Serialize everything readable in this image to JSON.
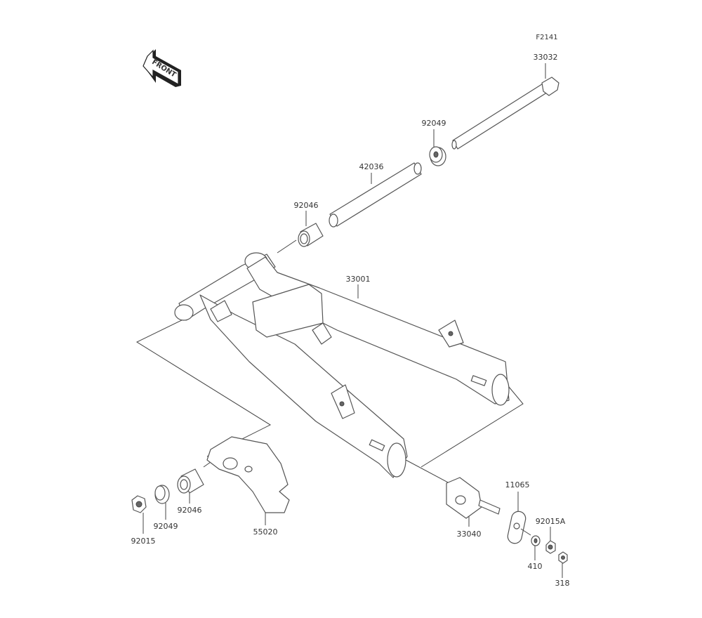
{
  "diagram": {
    "figure_code": "F2141",
    "front_arrow_text": "FRONT",
    "parts": {
      "swing_arm": "33001",
      "pivot_shaft": "33032",
      "collar_top": "92049",
      "sleeve": "42036",
      "bearing_top": "92046",
      "chain_guide": "55020",
      "bearing_left": "92046",
      "collar_left": "92049",
      "nut_left": "92015",
      "chain_adjuster": "33040",
      "plate": "11065",
      "nut_right": "92015A",
      "washer": "410",
      "nut_small": "318"
    }
  }
}
